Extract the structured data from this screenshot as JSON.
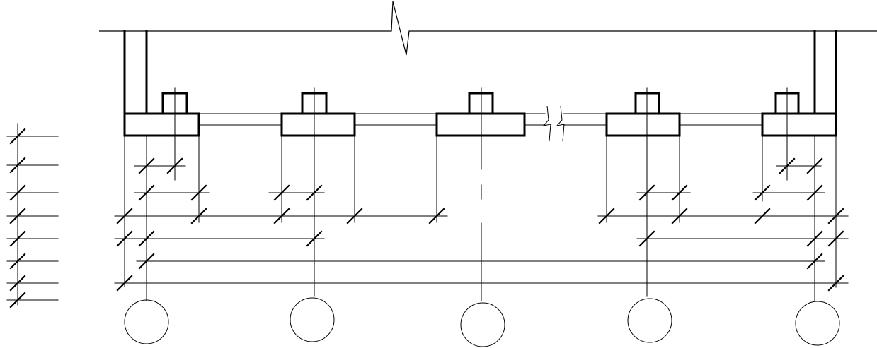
{
  "diagram": {
    "kind": "cad-foundation-section-with-dimension-chains",
    "background_color": "#ffffff",
    "line_color": "#000000",
    "wall_count": 2,
    "footing_count": 5,
    "axis_bubble_count": 5,
    "dimension_chain_count": 5,
    "break_lines": 2,
    "text_labels": []
  }
}
